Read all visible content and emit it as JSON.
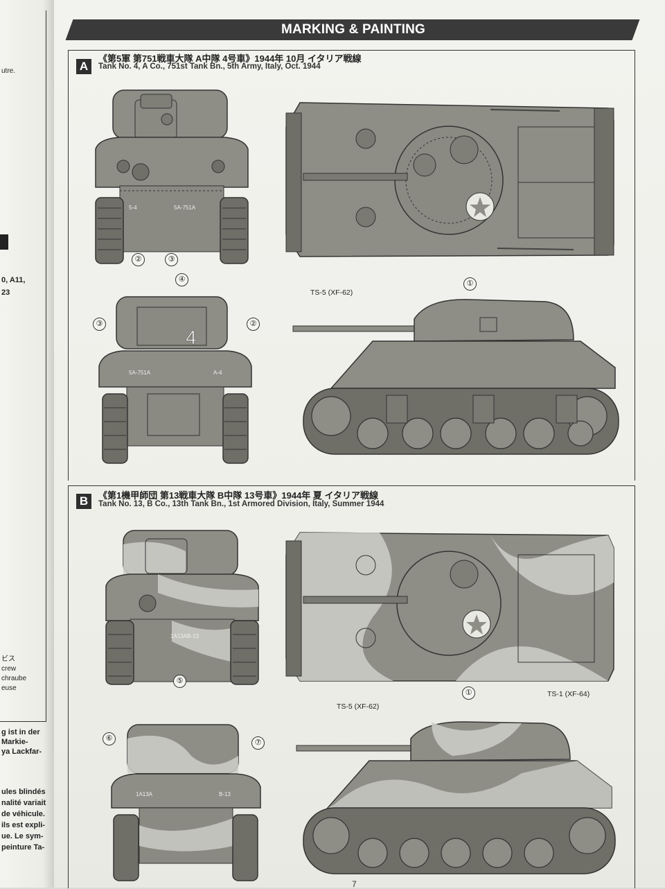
{
  "left_page": {
    "fragments": [
      "utre.",
      "0, A11,",
      "23",
      "ビス",
      "crew",
      "chraube",
      "euse",
      "g ist in der",
      "Markie-",
      "ya Lackfar-",
      "ules blindés",
      "nalité variait",
      "de véhicule.",
      "ils est expli-",
      "ue. Le sym-",
      "peinture Ta-"
    ]
  },
  "header": {
    "title": "MARKING & PAINTING"
  },
  "section_a": {
    "letter": "A",
    "title_jp": "《第5軍 第751戦車大隊 A中隊 4号車》1944年 10月 イタリア戦線",
    "title_en": "Tank No. 4, A Co., 751st Tank Bn., 5th Army, Italy, Oct. 1944",
    "hull_marks": {
      "left": "5-4",
      "center": "5A-751A",
      "rear_left": "5A-751A",
      "rear_right": "A-4",
      "turret": "4"
    },
    "callouts": [
      "①",
      "②",
      "③",
      "④"
    ],
    "paint": "TS-5 (XF-62)"
  },
  "section_b": {
    "letter": "B",
    "title_jp": "《第1機甲師団 第13戦車大隊 B中隊 13号車》1944年 夏 イタリア戦線",
    "title_en": "Tank No. 13, B Co., 13th Tank Bn., 1st Armored Division, Italy, Summer 1944",
    "hull_marks": {
      "center": "1A13AB-13",
      "rear_left": "1A13A",
      "rear_right": "B-13"
    },
    "callouts": [
      "①",
      "⑤",
      "⑥",
      "⑦"
    ],
    "paint_1": "TS-5 (XF-62)",
    "paint_2": "TS-1 (XF-64)"
  },
  "footer": {
    "page": "7"
  },
  "colors": {
    "olive": "#8e8e86",
    "olive_dark": "#6f6f68",
    "camo_light": "#cfcfca",
    "ink": "#2b2b2b",
    "header": "#3a3a3a"
  }
}
